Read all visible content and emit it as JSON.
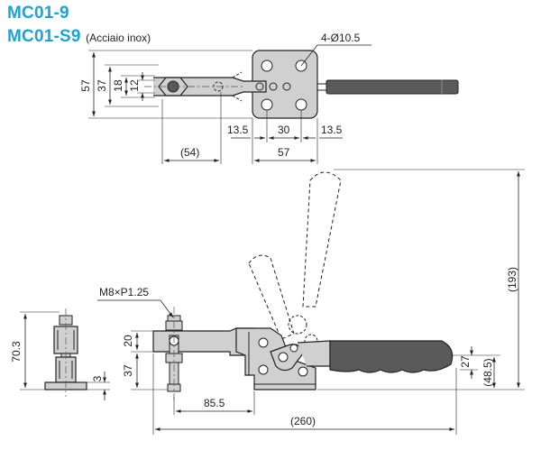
{
  "header": {
    "model_primary": "MC01-9",
    "model_stainless": "MC01-S9",
    "stainless_note": "(Acciaio inox)"
  },
  "colors": {
    "title": "#1aa3d9",
    "part_fill": "#d0d0d0",
    "grip_fill": "#5a5a5a",
    "line": "#222222"
  },
  "top_view": {
    "hole_spec": "4-Ø10.5",
    "dim_57_left": "57",
    "dim_37": "37",
    "dim_18": "18",
    "dim_12": "12",
    "dim_13_5_left": "13.5",
    "dim_30": "30",
    "dim_13_5_right": "13.5",
    "dim_54": "(54)",
    "dim_57_bottom": "57"
  },
  "side_view": {
    "thread_spec": "M8×P1.25",
    "dim_20": "20",
    "dim_37": "37",
    "dim_85_5": "85.5",
    "dim_260": "(260)",
    "dim_193": "(193)",
    "dim_27": "27",
    "dim_48_5": "(48.5)"
  },
  "front_view": {
    "dim_70_3": "70.3",
    "dim_3": "3"
  }
}
